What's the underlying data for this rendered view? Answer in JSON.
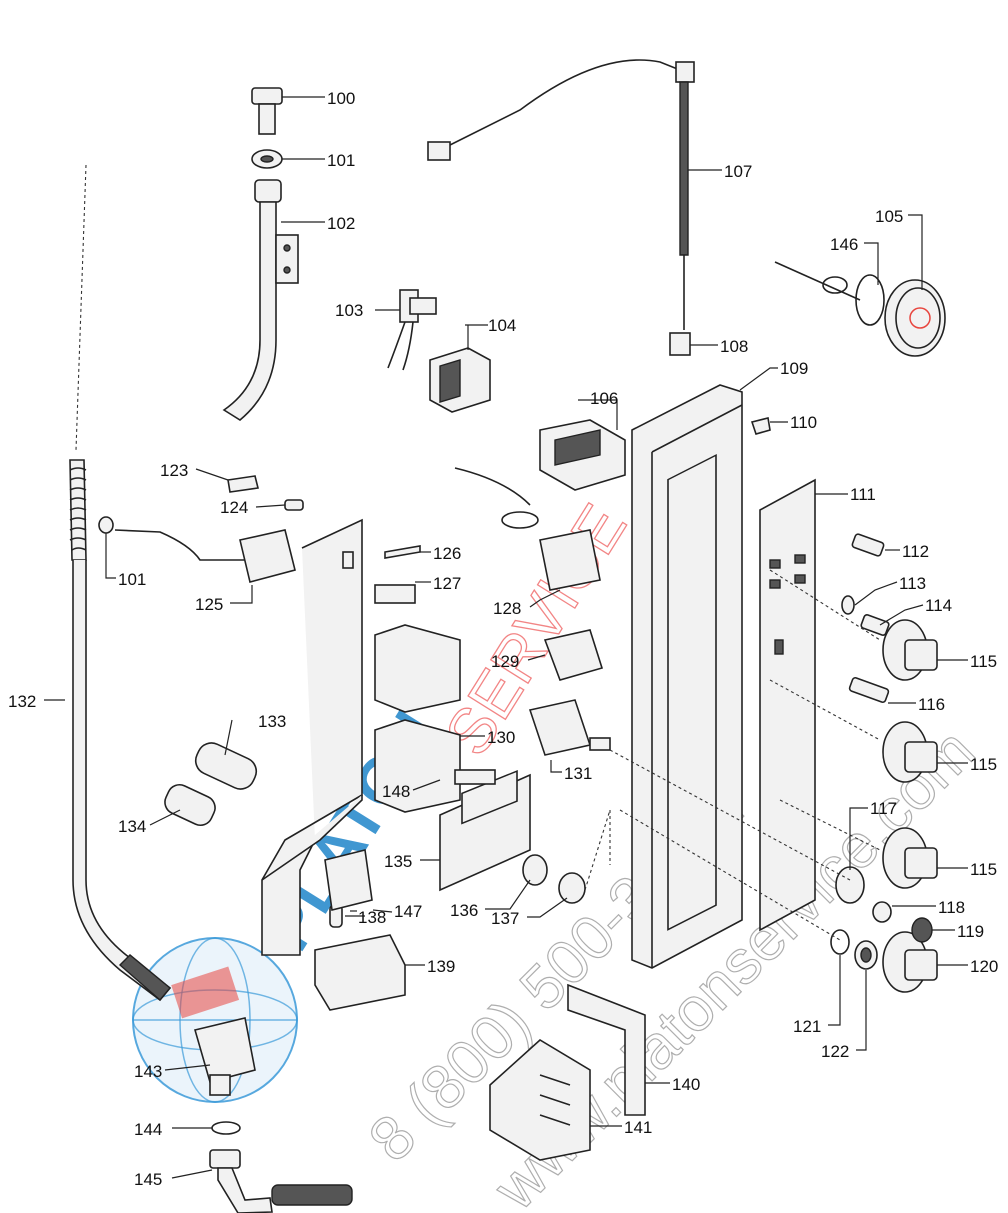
{
  "labels": {
    "l100": "100",
    "l101a": "101",
    "l102": "102",
    "l103": "103",
    "l104": "104",
    "l105": "105",
    "l106": "106",
    "l107": "107",
    "l108": "108",
    "l109": "109",
    "l110": "110",
    "l111": "111",
    "l112": "112",
    "l113": "113",
    "l114": "114",
    "l115a": "115",
    "l115b": "115",
    "l115c": "115",
    "l116": "116",
    "l117": "117",
    "l118": "118",
    "l119": "119",
    "l120": "120",
    "l121": "121",
    "l122": "122",
    "l123": "123",
    "l124": "124",
    "l125": "125",
    "l126": "126",
    "l127": "127",
    "l128": "128",
    "l129": "129",
    "l130": "130",
    "l131": "131",
    "l132": "132",
    "l133": "133",
    "l134": "134",
    "l135": "135",
    "l136": "136",
    "l137": "137",
    "l138": "138",
    "l139": "139",
    "l140": "140",
    "l141": "141",
    "l143": "143",
    "l144": "144",
    "l145": "145",
    "l146": "146",
    "l147": "147",
    "l148": "148",
    "l101b": "101"
  },
  "watermark": {
    "brand_blue": "PLATON",
    "brand_red": "SERVICE",
    "phone": "8 (800) 500-34-41",
    "site": "www.platonservice.com"
  },
  "colors": {
    "watermark_red": "#f07070",
    "watermark_blue": "#1f86c9",
    "globe_blue": "#3a9ad9",
    "globe_red": "#e8463f"
  }
}
